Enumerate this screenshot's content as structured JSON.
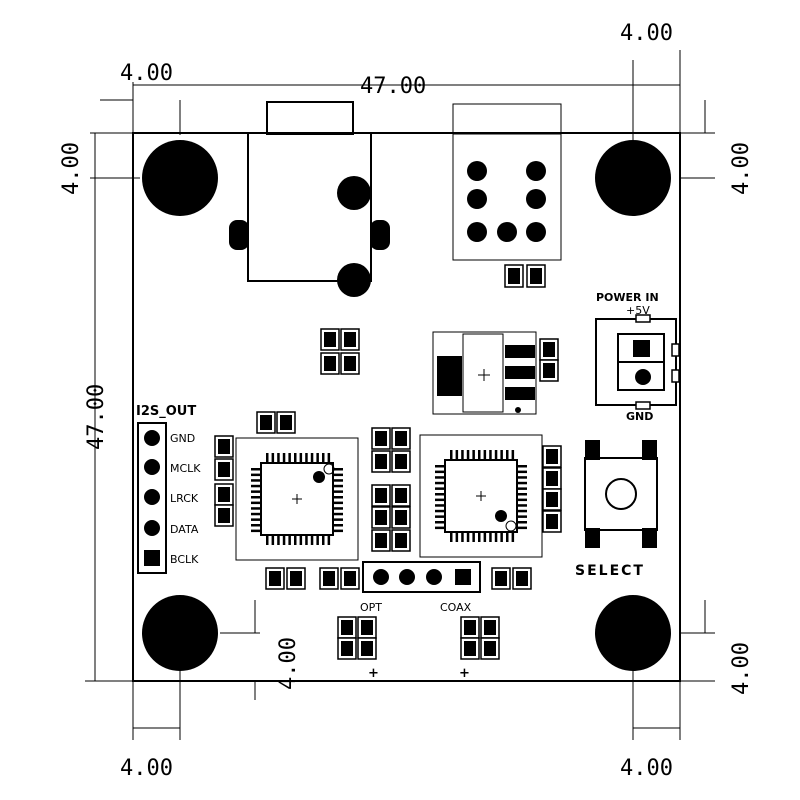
{
  "dimensions": {
    "width_total": "47.00",
    "height_total": "47.00",
    "top_left_offset": "4.00",
    "top_right_offset": "4.00",
    "left_top_offset": "4.00",
    "right_top_offset": "4.00",
    "bottom_left_offset": "4.00",
    "bottom_right_offset": "4.00",
    "left_bottom_offset": "4.00",
    "right_bottom_offset": "4.00"
  },
  "i2s": {
    "title": "I2S_OUT",
    "pins": [
      "GND",
      "MCLK",
      "LRCK",
      "DATA",
      "BCLK"
    ]
  },
  "power": {
    "title": "POWER IN",
    "positive": "+5V",
    "ground": "GND"
  },
  "button": {
    "label": "SELECT"
  },
  "leds": {
    "opt": "OPT",
    "coax": "COAX",
    "plus": "+"
  }
}
